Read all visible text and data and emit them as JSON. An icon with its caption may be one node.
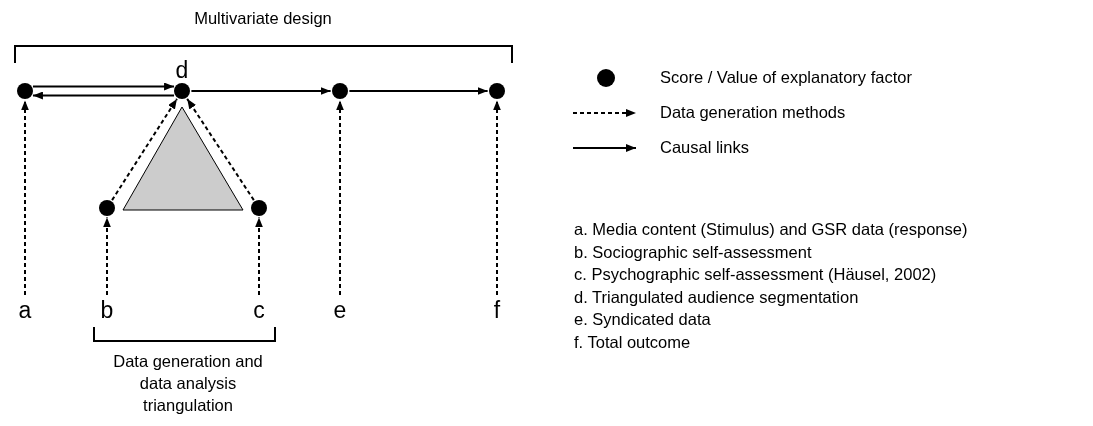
{
  "diagram": {
    "nodes": [
      {
        "text": [],
        "shape": "circle"
      },
      {
        "text": [
          "d"
        ]
      },
      {
        "text": [],
        "shape": "circle"
      },
      {
        "text": [],
        "shape": "circle"
      },
      {
        "text": [],
        "shape": "circle"
      },
      {
        "text": [],
        "shape": "circle"
      },
      {
        "text": [
          "a"
        ]
      },
      {
        "text": [
          "b"
        ]
      },
      {
        "text": [
          "c"
        ]
      },
      {
        "text": [
          "e"
        ]
      },
      {
        "text": [
          "f"
        ]
      },
      {
        "text": [],
        "shape": "triangle"
      }
    ],
    "edges": [
      {
        "from": 0,
        "to": 1,
        "arrow": "to"
      },
      {
        "from": 1,
        "to": 0,
        "arrow": "to"
      },
      {
        "from": 1,
        "to": 2,
        "arrow": "to"
      },
      {
        "from": 2,
        "to": 3,
        "arrow": "to"
      },
      {
        "from": 4,
        "to": 1,
        "arrow": "to",
        "style": "dashed"
      },
      {
        "from": 5,
        "to": 1,
        "arrow": "to",
        "style": "dashed"
      },
      {
        "from": 6,
        "to": 0,
        "arrow": "to",
        "style": "dashed"
      },
      {
        "from": 7,
        "to": 4,
        "arrow": "to",
        "style": "dashed"
      },
      {
        "from": 8,
        "to": 5,
        "arrow": "to",
        "style": "dashed"
      },
      {
        "from": 9,
        "to": 2,
        "arrow": "to",
        "style": "dashed"
      },
      {
        "from": 10,
        "to": 3,
        "arrow": "to",
        "style": "dashed"
      }
    ],
    "labels": [
      "Multivariate design",
      "Data generation and data analysis triangulation",
      "a. Media content (Stimulus) and GSR data (response)",
      "b. Sociographic self-assessment",
      "c. Psychographic self-assessment (Häusel, 2002)",
      "d. Triangulated audience segmentation",
      "e. Syndicated data",
      "f. Total outcome"
    ],
    "legend": [
      {
        "text": "Score / Value of explanatory factor"
      },
      {
        "text": "Data generation methods"
      },
      {
        "text": "Causal links"
      }
    ]
  }
}
